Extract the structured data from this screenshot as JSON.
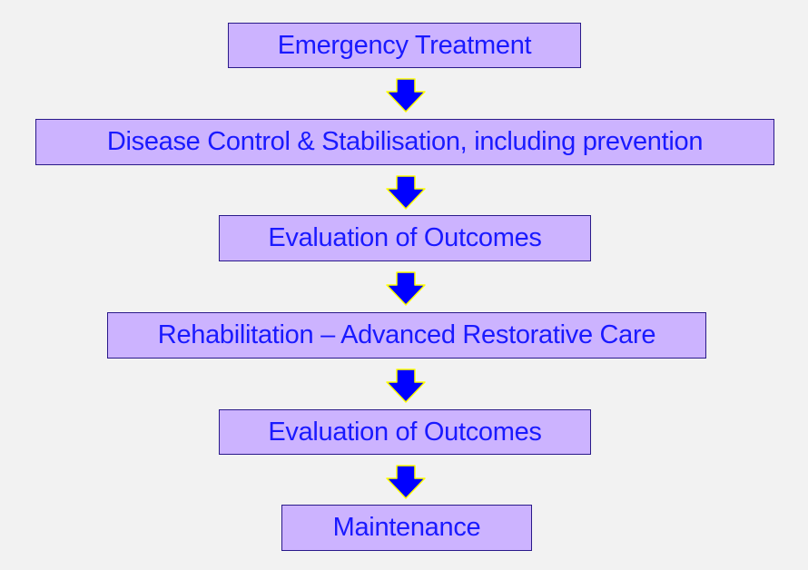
{
  "flowchart": {
    "steps": [
      {
        "label": "Emergency Treatment"
      },
      {
        "label": "Disease Control & Stabilisation, including prevention"
      },
      {
        "label": "Evaluation of Outcomes"
      },
      {
        "label": "Rehabilitation – Advanced Restorative Care"
      },
      {
        "label": "Evaluation of Outcomes"
      },
      {
        "label": "Maintenance"
      }
    ],
    "colors": {
      "box_fill": "#ccb3ff",
      "box_border": "#2a1a8a",
      "text": "#1a1aff",
      "arrow_fill": "#0000ff",
      "arrow_outline": "#ffff00",
      "background": "#f2f2f2"
    },
    "connector_icon": "down-arrow-icon"
  }
}
